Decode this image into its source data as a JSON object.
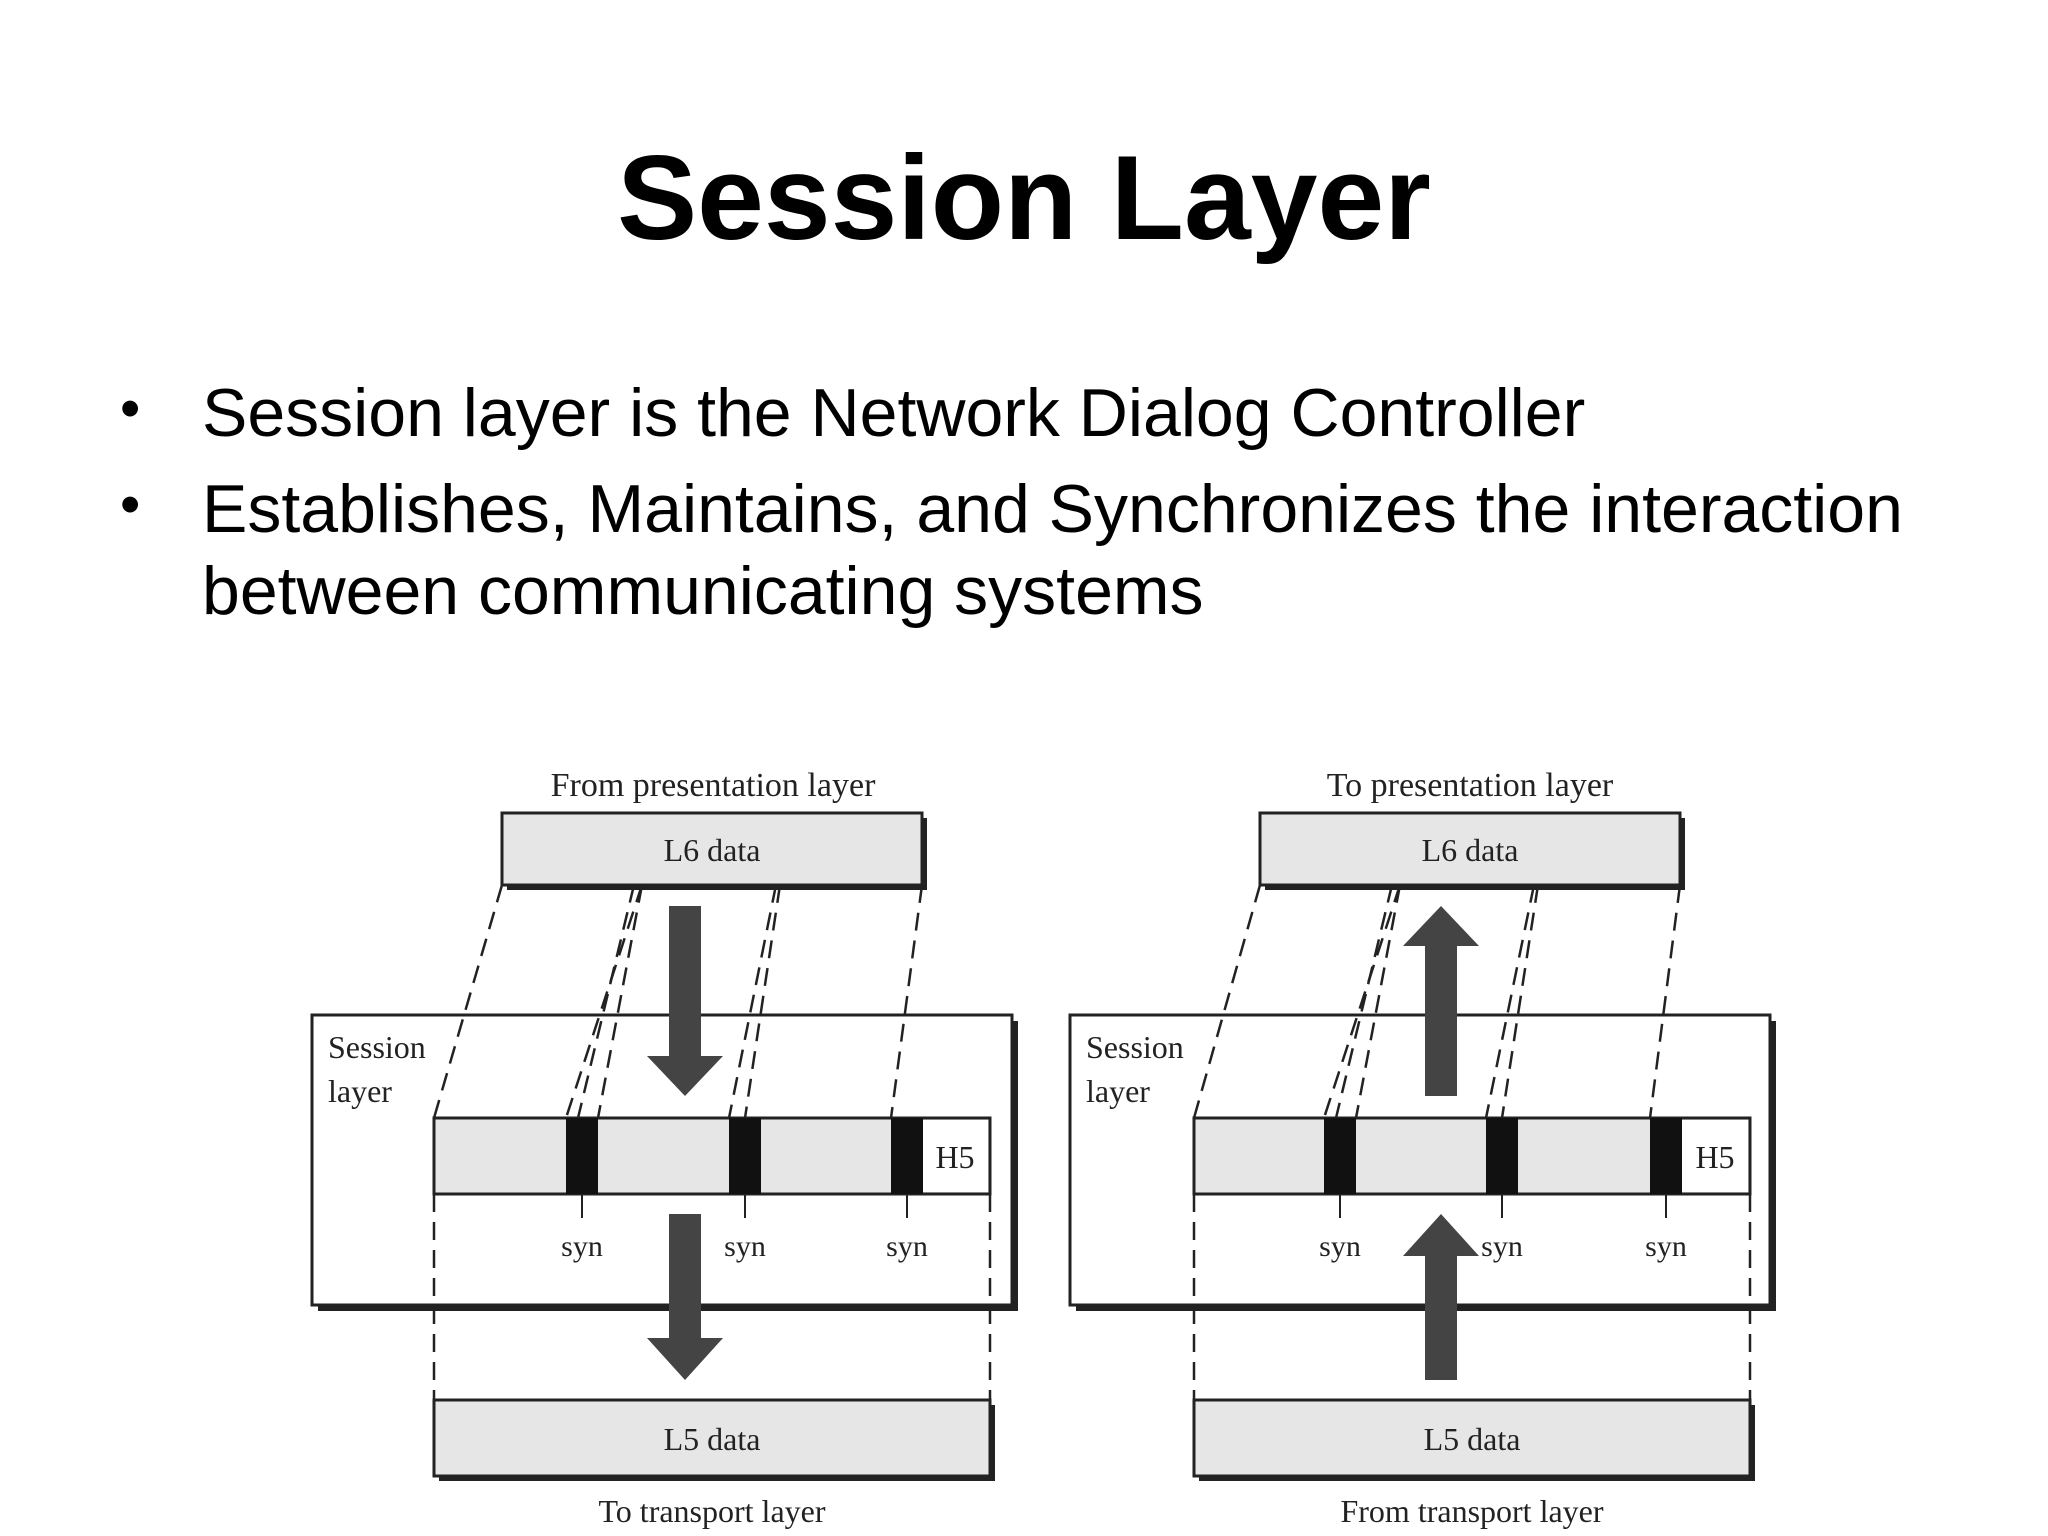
{
  "slide": {
    "title": "Session Layer",
    "bullets": [
      "Session layer is the Network Dialog Controller",
      "Establishes, Maintains, and Synchronizes the interaction between communicating systems"
    ]
  },
  "diagram": {
    "sender": {
      "top_caption": "From presentation layer",
      "upper_box": "L6 data",
      "layer_label_line1": "Session",
      "layer_label_line2": "layer",
      "header": "H5",
      "sync_labels": [
        "syn",
        "syn",
        "syn"
      ],
      "lower_box": "L5 data",
      "bottom_caption": "To transport layer"
    },
    "receiver": {
      "top_caption": "To presentation layer",
      "upper_box": "L6 data",
      "layer_label_line1": "Session",
      "layer_label_line2": "layer",
      "header": "H5",
      "sync_labels": [
        "syn",
        "syn",
        "syn"
      ],
      "lower_box": "L5 data",
      "bottom_caption": "From transport layer"
    }
  }
}
